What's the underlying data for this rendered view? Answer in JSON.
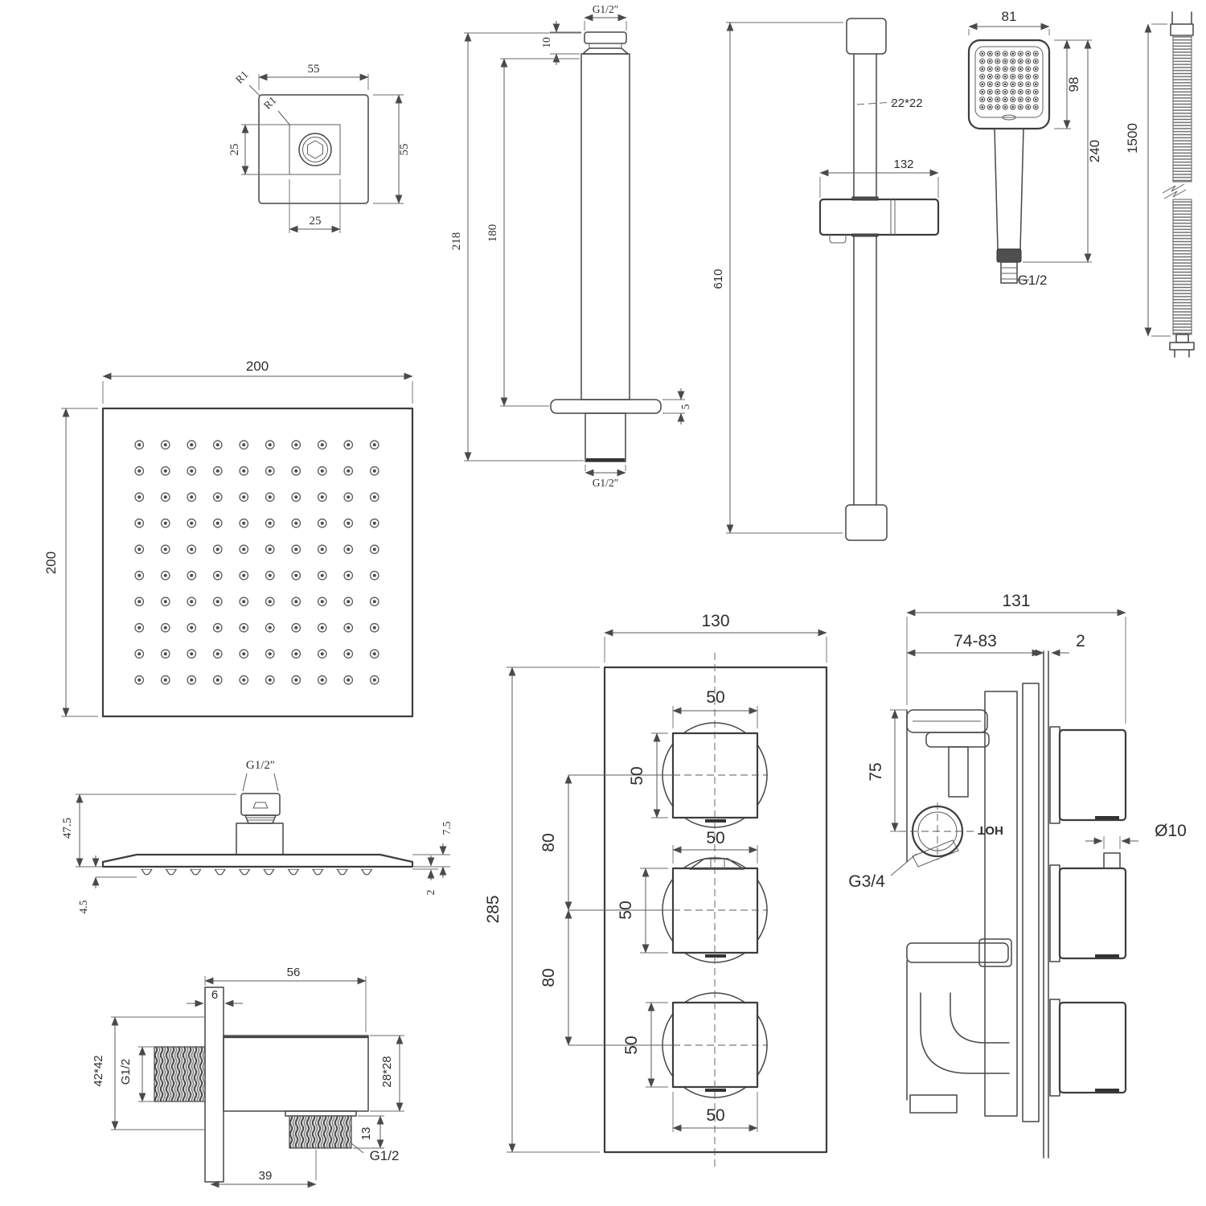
{
  "style": {
    "background": "#ffffff",
    "line_color": "#474747",
    "text_color": "#2e2e2e"
  },
  "views": {
    "escutcheon": {
      "labels": {
        "width_top": "55",
        "height_right": "55",
        "inner_height_left": "25",
        "inner_width_bottom": "25",
        "corner_radius_outer": "R1",
        "corner_radius_inner": "R1"
      }
    },
    "ceiling_arm": {
      "labels": {
        "thread_top": "G1/2″",
        "cap_height": "10",
        "overall_length": "218",
        "body_length": "180",
        "flange_thickness": "5",
        "thread_bottom": "G1/2″"
      }
    },
    "slide_rail": {
      "labels": {
        "tube_section": "22*22",
        "bracket_width": "132",
        "length": "610"
      }
    },
    "hand_shower": {
      "labels": {
        "head_width": "81",
        "face_height": "98",
        "overall_length": "240",
        "thread": "G1/2"
      }
    },
    "hose": {
      "labels": {
        "length": "1500"
      }
    },
    "head_face": {
      "labels": {
        "width": "200",
        "height": "200"
      }
    },
    "head_side": {
      "labels": {
        "thread": "G1/2″",
        "overall_height": "47.5",
        "nozzle_depth": "4.5",
        "rim_height": "7.5",
        "edge_thickness": "2"
      }
    },
    "elbow": {
      "labels": {
        "overall_width": "56",
        "plate_thickness": "6",
        "plate_section": "42*42",
        "inlet_thread": "G1/2",
        "body_section": "28*28",
        "outlet_length": "13",
        "outlet_thread": "G1/2",
        "outlet_offset": "39"
      }
    },
    "valve_front": {
      "labels": {
        "width": "130",
        "height": "285",
        "knob1_width": "50",
        "knob1_height": "50",
        "spacing1": "80",
        "knob2_width": "50",
        "knob2_height": "50",
        "spacing2": "80",
        "knob3_height": "50",
        "knob3_width": "50"
      }
    },
    "valve_side": {
      "labels": {
        "width": "131",
        "recess_depth": "74-83",
        "plate_thickness": "2",
        "hot_inlet_offset": "75",
        "hot_marking": "HOT",
        "inlet_thread": "G3/4",
        "port_diameter": "Ø10"
      }
    }
  }
}
